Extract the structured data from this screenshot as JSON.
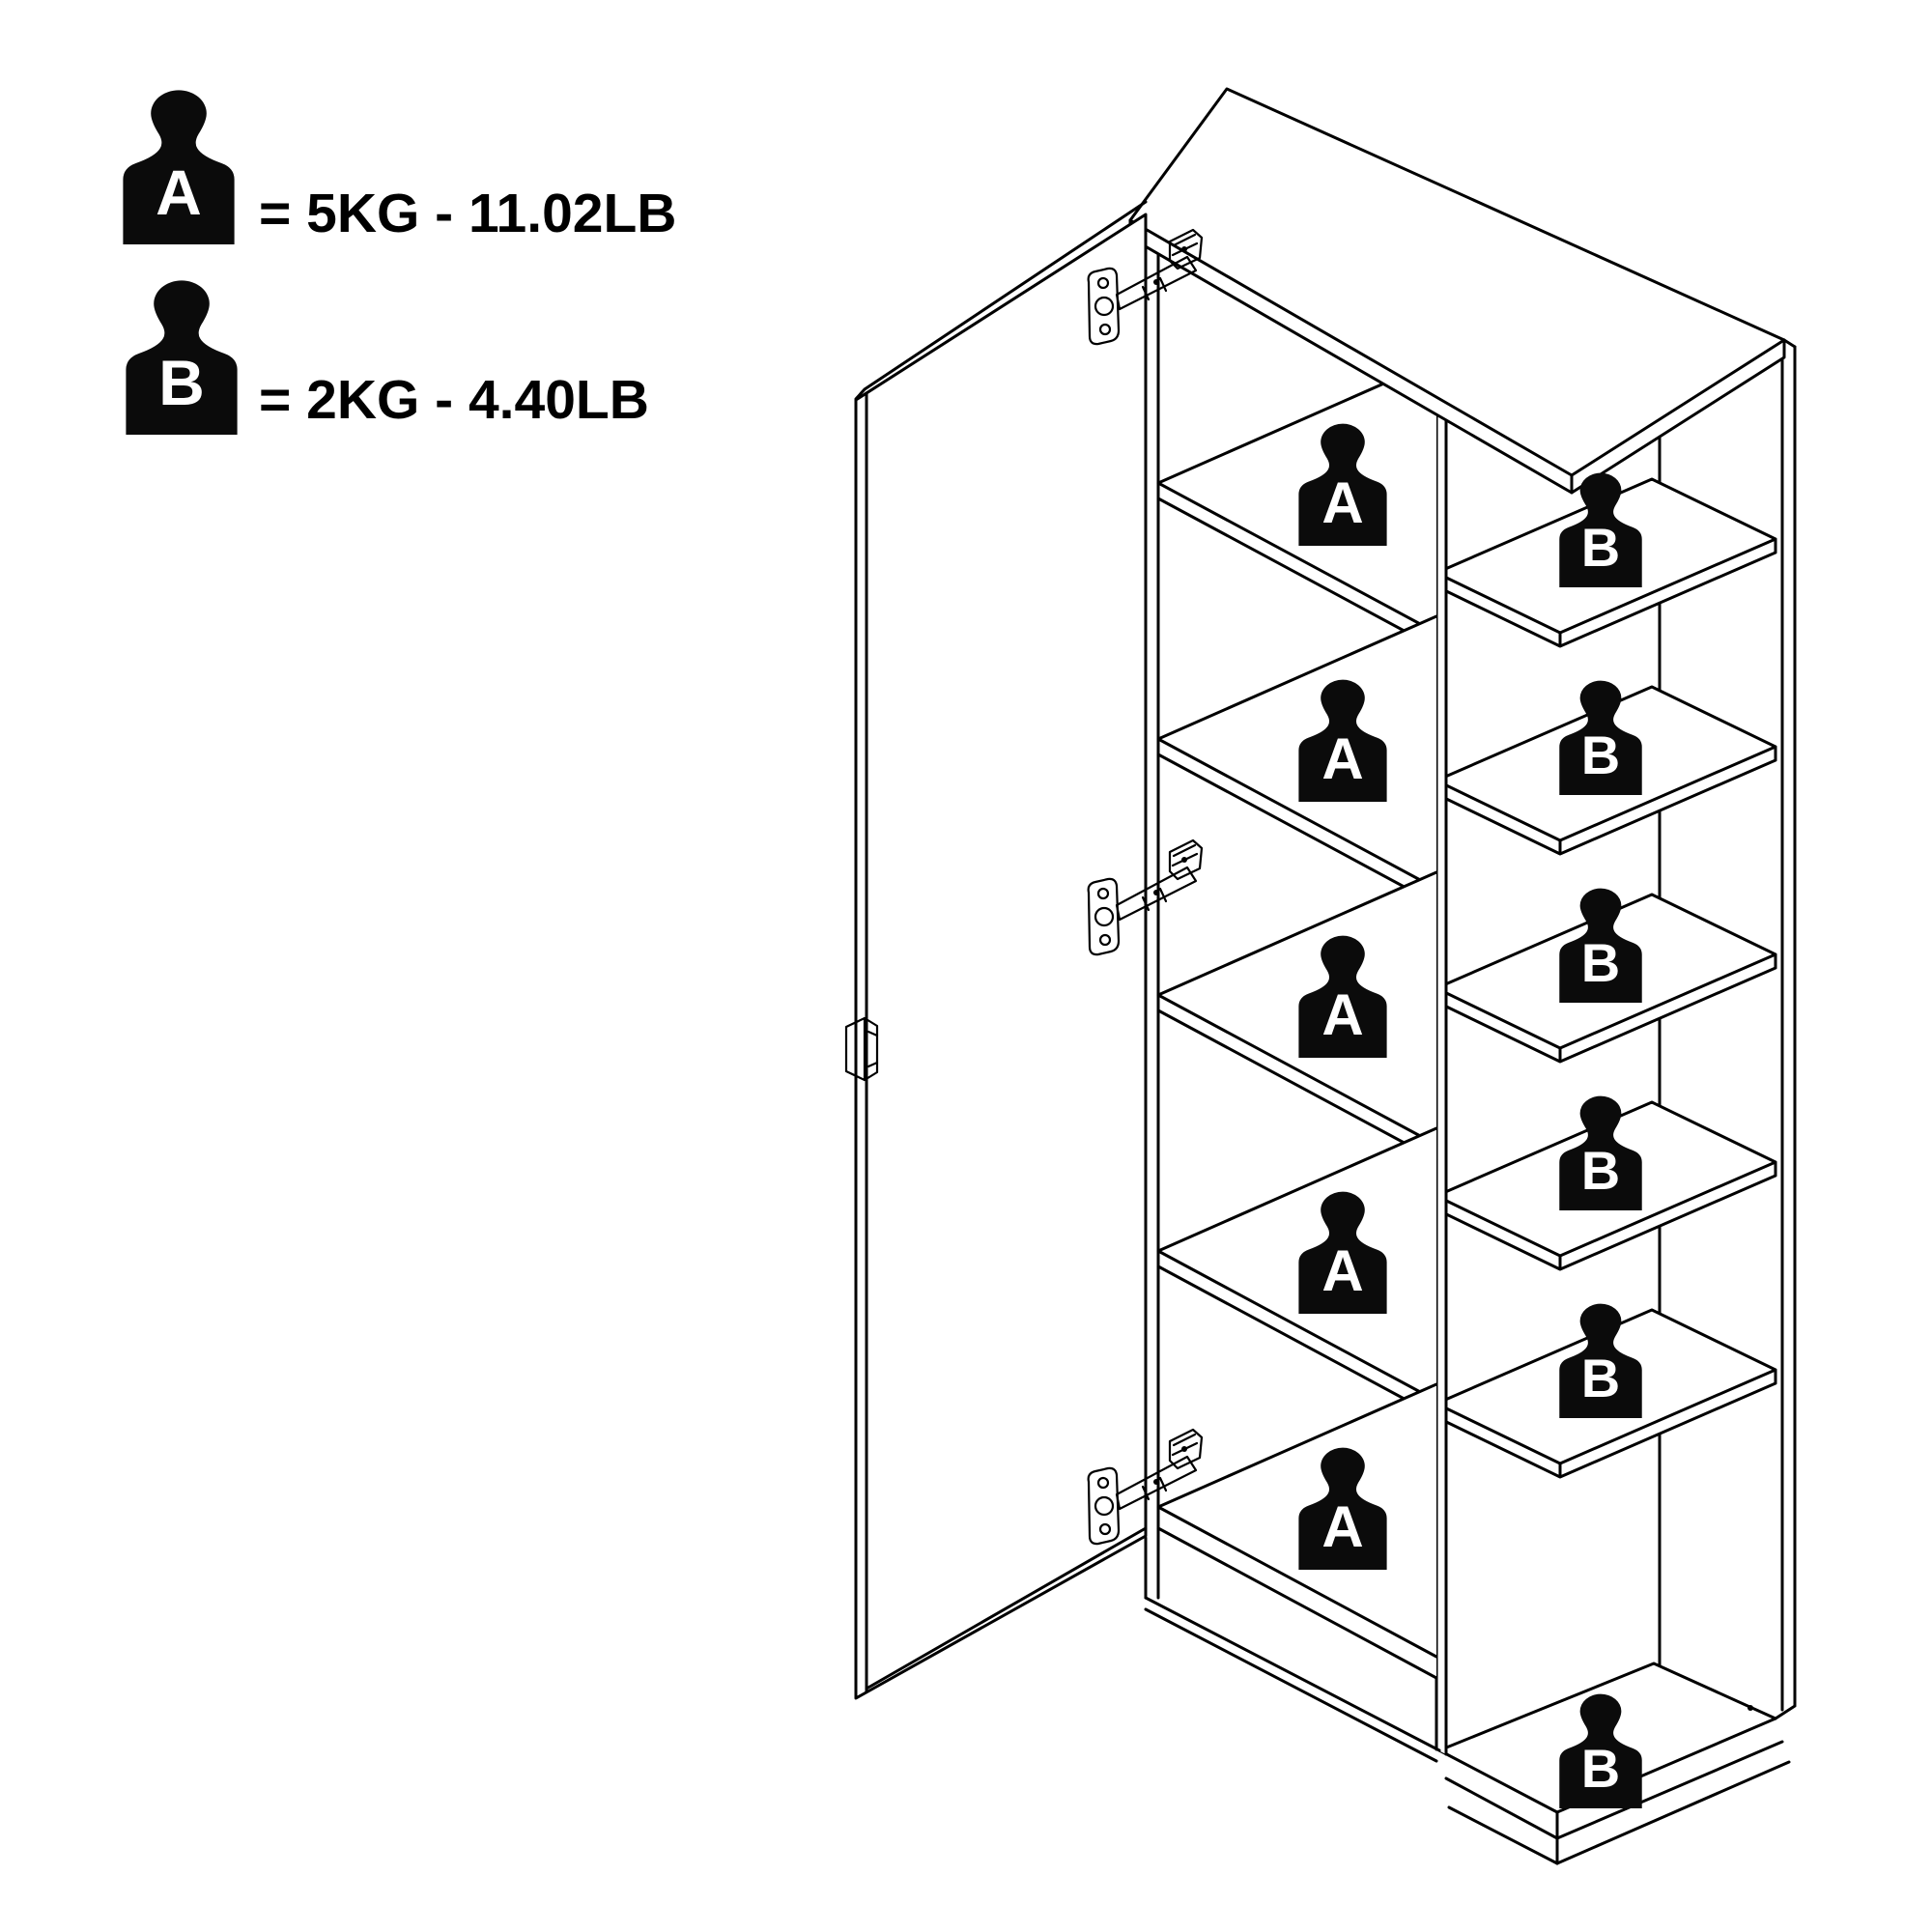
{
  "legend": {
    "items": [
      {
        "symbol": "A",
        "text": "= 5KG - 11.02LB"
      },
      {
        "symbol": "B",
        "text": "= 2KG - 4.40LB"
      }
    ]
  },
  "diagram": {
    "type": "cabinet-shelf-load-capacity",
    "left_column_weights": [
      "A",
      "A",
      "A",
      "A",
      "A"
    ],
    "right_column_weights": [
      "B",
      "B",
      "B",
      "B",
      "B",
      "B"
    ],
    "icons": [
      "weight-icon-a",
      "weight-icon-b",
      "hinge-icon",
      "door-handle-icon"
    ],
    "colors": {
      "line": "#000000",
      "fill": "#ffffff",
      "weight_fill": "#0b0b0b",
      "weight_label": "#ffffff"
    }
  }
}
